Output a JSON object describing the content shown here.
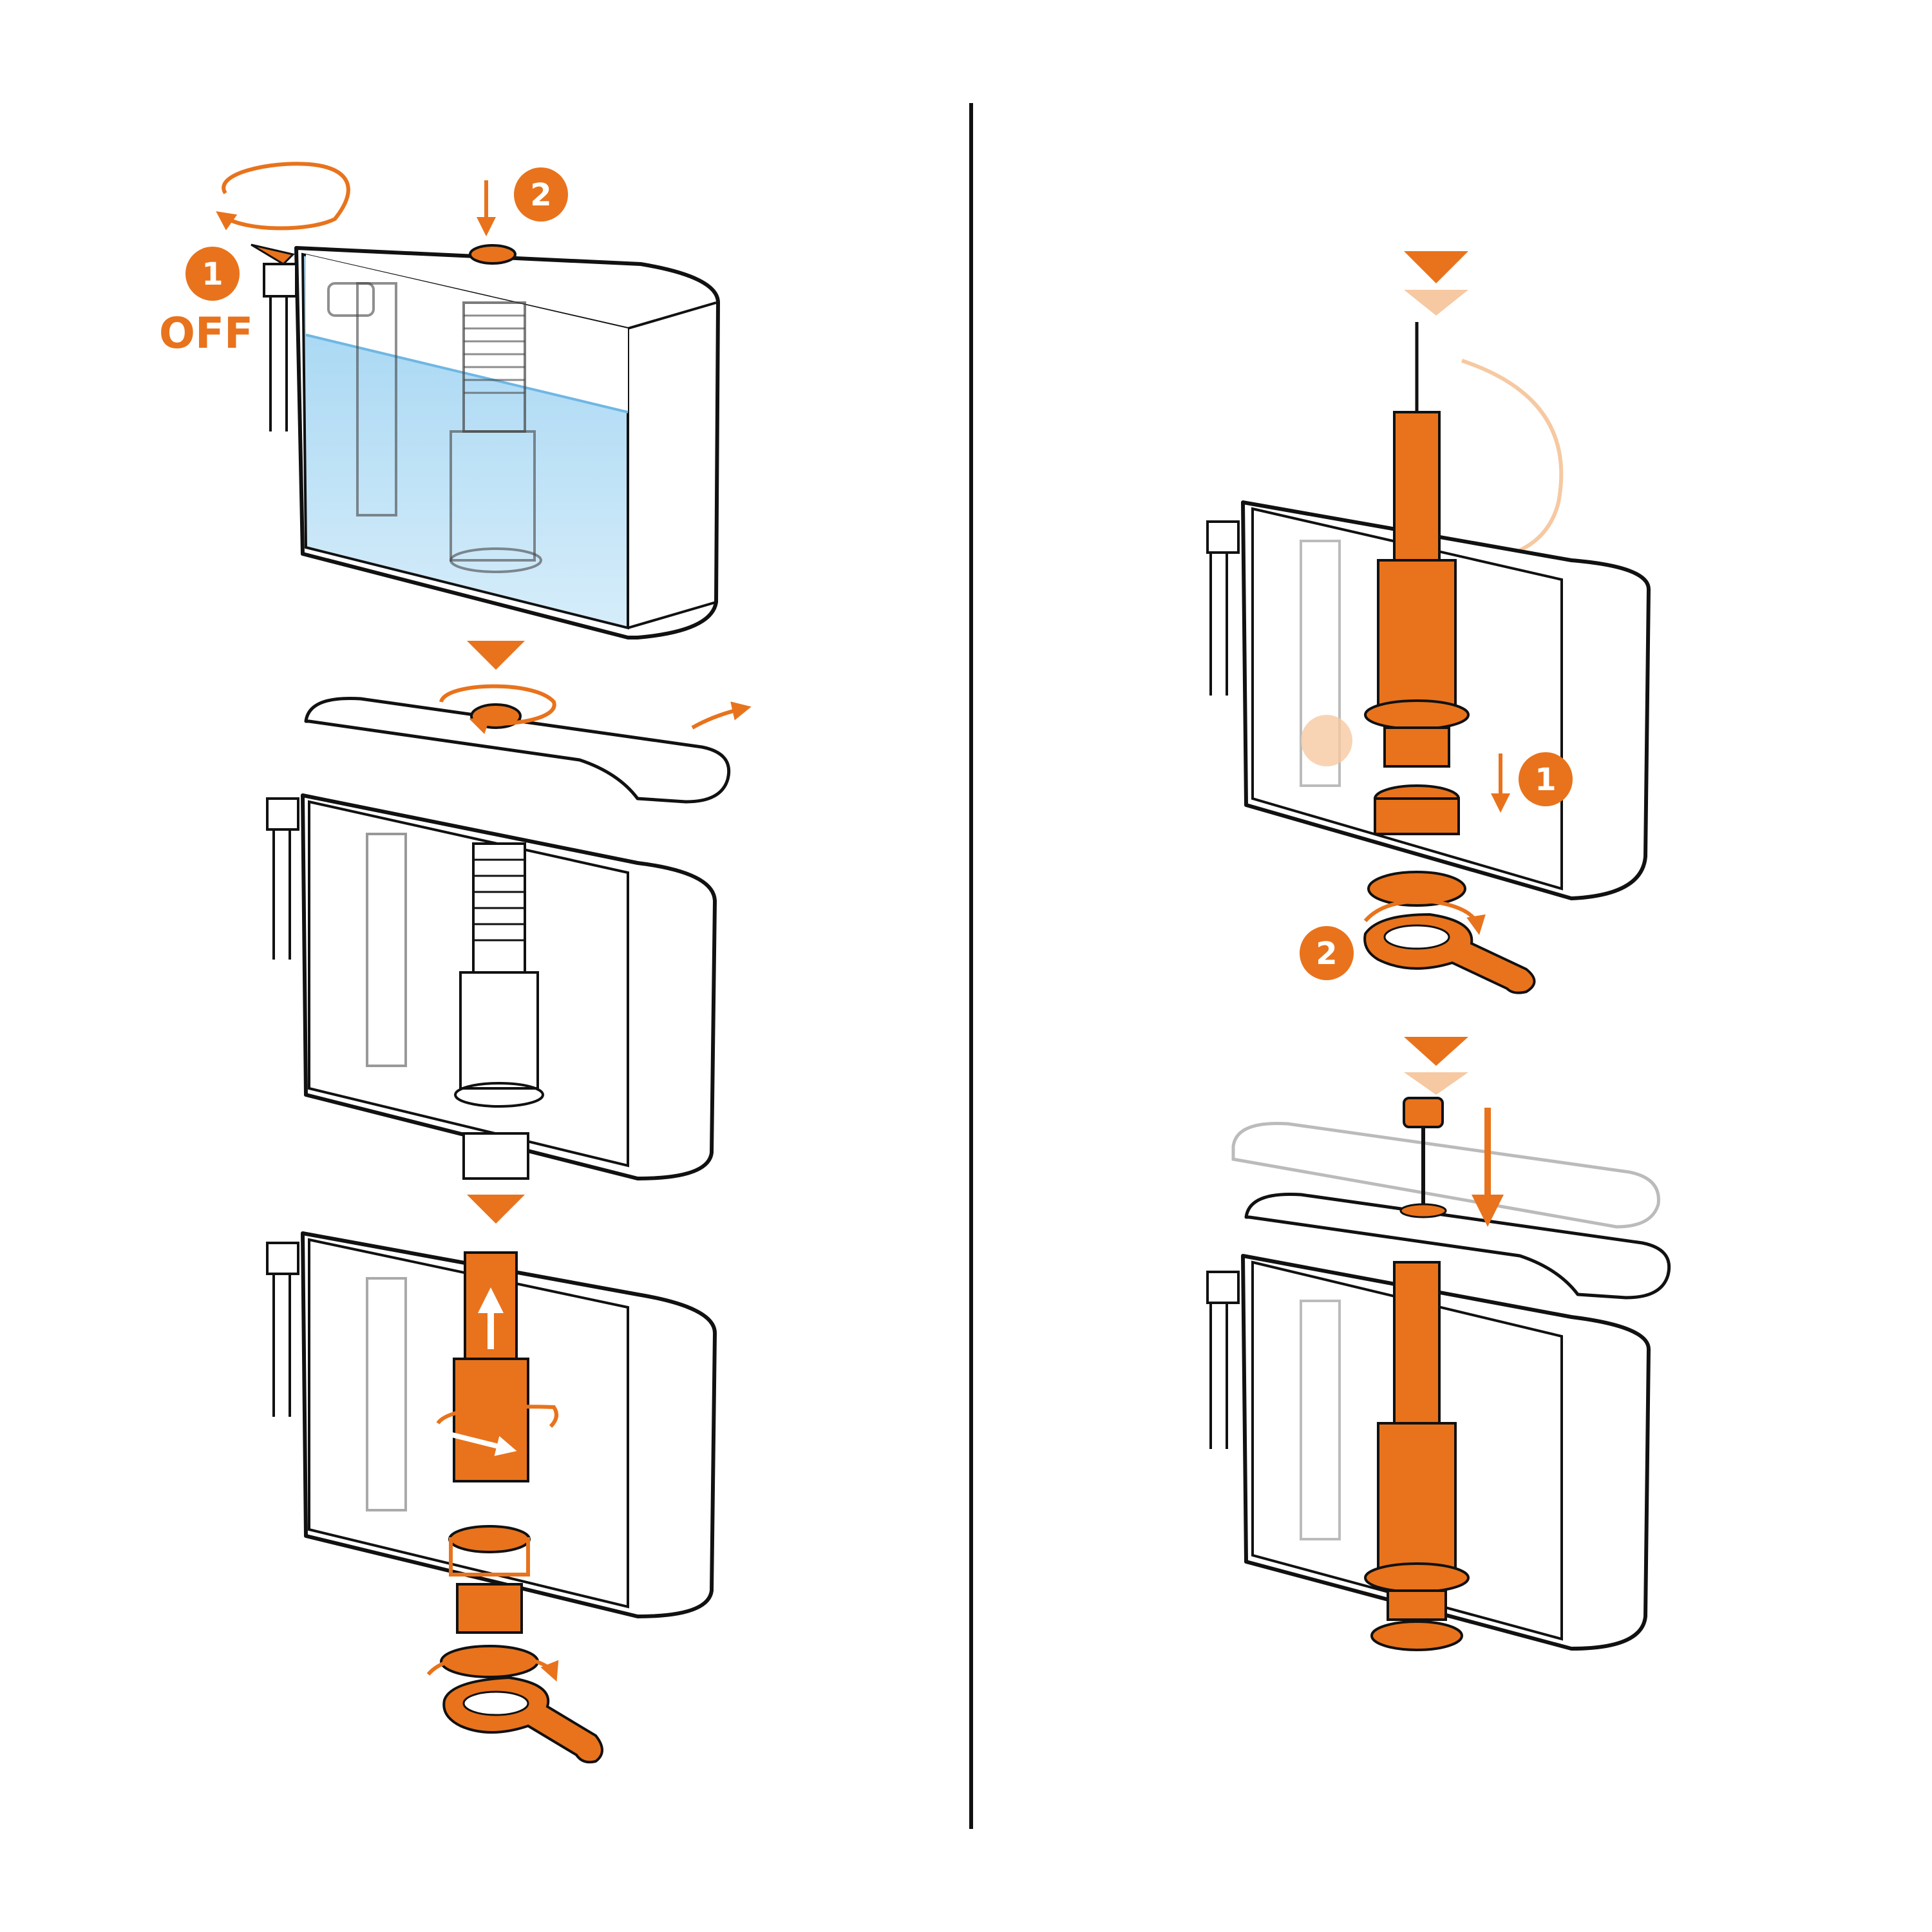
{
  "colors": {
    "accent": "#E8731C",
    "accent_light": "#F6C9A2",
    "water": "#9FD3F2",
    "water_light": "#D6EDFA",
    "line": "#111111",
    "ghost": "#BDBDBD",
    "background": "#FFFFFF"
  },
  "left_panel": {
    "step1": {
      "badge_1": "1",
      "off_label": "OFF",
      "badge_2": "2"
    }
  },
  "right_panel": {
    "step1": {
      "badge_1": "1",
      "badge_2": "2"
    }
  },
  "icons": [
    "rotate-arrow-icon",
    "down-arrow-icon",
    "up-arrow-icon",
    "step-triangle-icon",
    "wrench-icon"
  ]
}
